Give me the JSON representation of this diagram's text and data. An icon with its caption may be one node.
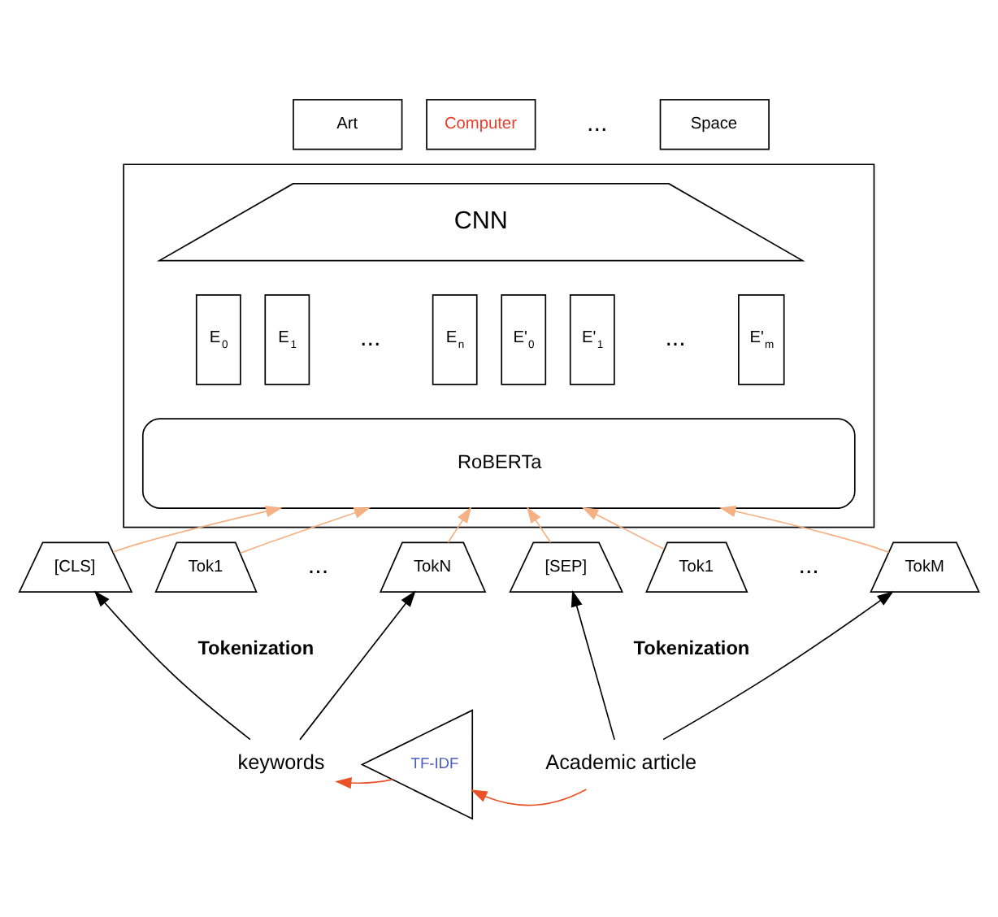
{
  "diagram": {
    "nodes": [
      {
        "text": [
          "Art"
        ]
      },
      {
        "text": [
          "Computer"
        ]
      },
      {
        "text": [
          "Space"
        ]
      },
      {
        "text": [],
        "shape": "box"
      },
      {
        "text": [
          "CNN"
        ],
        "in": 3
      },
      {
        "text": [
          "E$_{0}$"
        ],
        "in": 3
      },
      {
        "text": [
          "E$_{1}$"
        ],
        "in": 3
      },
      {
        "text": [
          "E$_{n}$"
        ],
        "in": 3
      },
      {
        "text": [
          "E'$_{0}$"
        ],
        "in": 3
      },
      {
        "text": [
          "E'$_{1}$"
        ],
        "in": 3
      },
      {
        "text": [
          "E'$_{m}$"
        ],
        "in": 3
      },
      {
        "text": [
          "RoBERTa"
        ],
        "in": 3
      },
      {
        "text": [
          "[CLS]"
        ]
      },
      {
        "text": [
          "Tok1"
        ]
      },
      {
        "text": [
          "TokN"
        ]
      },
      {
        "text": [
          "[SEP]"
        ]
      },
      {
        "text": [
          "Tok1"
        ]
      },
      {
        "text": [
          "TokM"
        ]
      },
      {
        "text": [
          "keywords"
        ]
      },
      {
        "text": [
          "TF-IDF"
        ]
      },
      {
        "text": [
          "Academic article"
        ]
      }
    ],
    "edges": [
      {
        "from": 12,
        "to": 11,
        "arrow": "to",
        "color": "#f4b183"
      },
      {
        "from": 13,
        "to": 11,
        "arrow": "to",
        "color": "#f4b183"
      },
      {
        "from": 14,
        "to": 11,
        "arrow": "to",
        "color": "#f4b183"
      },
      {
        "from": 15,
        "to": 11,
        "arrow": "to",
        "color": "#f4b183"
      },
      {
        "from": 16,
        "to": 11,
        "arrow": "to",
        "color": "#f4b183"
      },
      {
        "from": 17,
        "to": 11,
        "arrow": "to",
        "color": "#f4b183"
      },
      {
        "from": 18,
        "to": 12,
        "arrow": "to",
        "color": "#000000"
      },
      {
        "from": 18,
        "to": 14,
        "arrow": "to",
        "color": "#000000"
      },
      {
        "from": 20,
        "to": 15,
        "arrow": "to",
        "color": "#000000"
      },
      {
        "from": 20,
        "to": 17,
        "arrow": "to",
        "color": "#000000"
      },
      {
        "from": 20,
        "to": 19,
        "arrow": "to",
        "color": "#e8532a"
      },
      {
        "from": 19,
        "to": 18,
        "arrow": "to",
        "color": "#e8532a"
      }
    ],
    "labels": [
      "...",
      "...",
      "...",
      "...",
      "...",
      "Tokenization",
      "Tokenization"
    ]
  }
}
